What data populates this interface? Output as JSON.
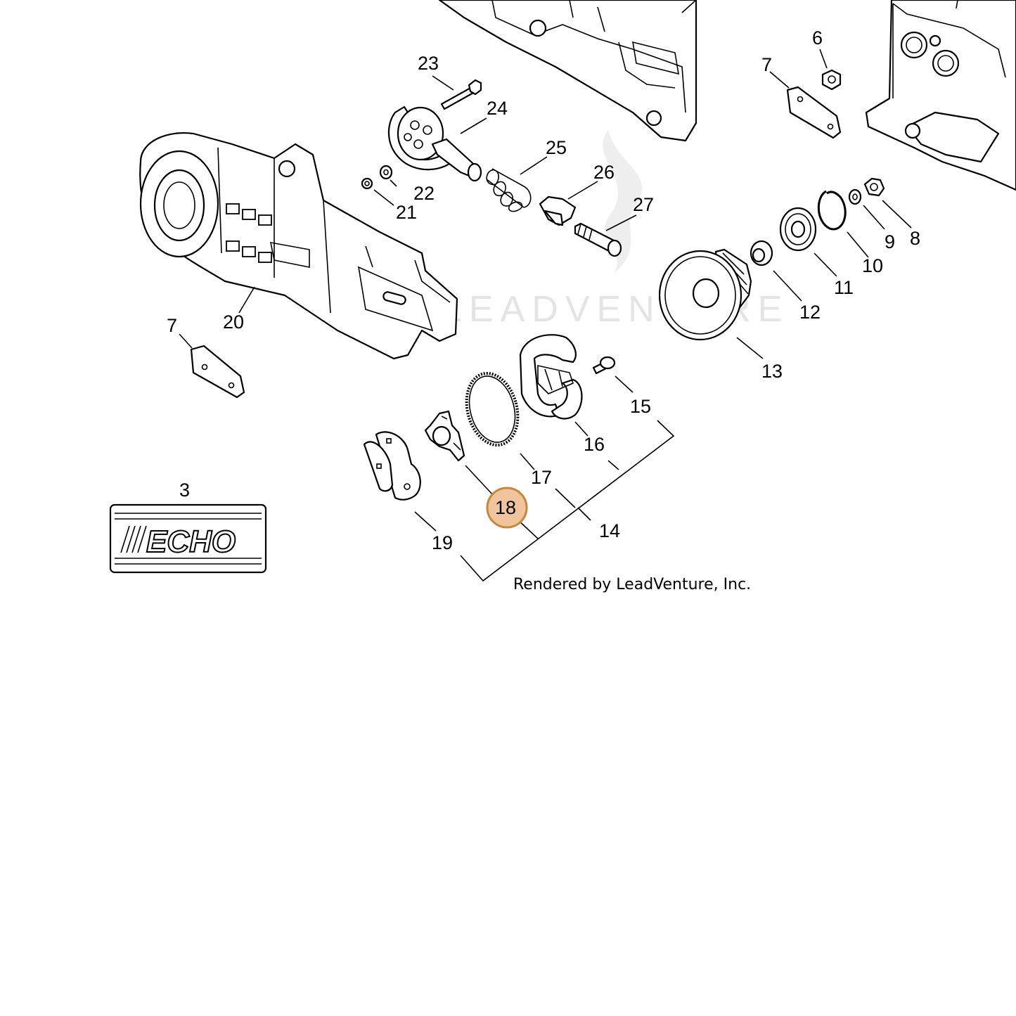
{
  "diagram": {
    "watermark_text": "LEADVENTURE",
    "credit": "Rendered by LeadVenture, Inc.",
    "logo_text": "ECHO",
    "highlight_color": "#f0c49c",
    "highlight_stroke": "#c8873f",
    "callouts": [
      {
        "id": "3",
        "label": "3"
      },
      {
        "id": "6",
        "label": "6"
      },
      {
        "id": "7a",
        "label": "7"
      },
      {
        "id": "7b",
        "label": "7"
      },
      {
        "id": "8",
        "label": "8"
      },
      {
        "id": "9",
        "label": "9"
      },
      {
        "id": "10",
        "label": "10"
      },
      {
        "id": "11",
        "label": "11"
      },
      {
        "id": "12",
        "label": "12"
      },
      {
        "id": "13",
        "label": "13"
      },
      {
        "id": "14",
        "label": "14"
      },
      {
        "id": "15",
        "label": "15"
      },
      {
        "id": "16",
        "label": "16"
      },
      {
        "id": "17",
        "label": "17"
      },
      {
        "id": "18",
        "label": "18",
        "highlighted": true
      },
      {
        "id": "19",
        "label": "19"
      },
      {
        "id": "20",
        "label": "20"
      },
      {
        "id": "21",
        "label": "21"
      },
      {
        "id": "22",
        "label": "22"
      },
      {
        "id": "23",
        "label": "23"
      },
      {
        "id": "24",
        "label": "24"
      },
      {
        "id": "25",
        "label": "25"
      },
      {
        "id": "26",
        "label": "26"
      },
      {
        "id": "27",
        "label": "27"
      }
    ]
  }
}
